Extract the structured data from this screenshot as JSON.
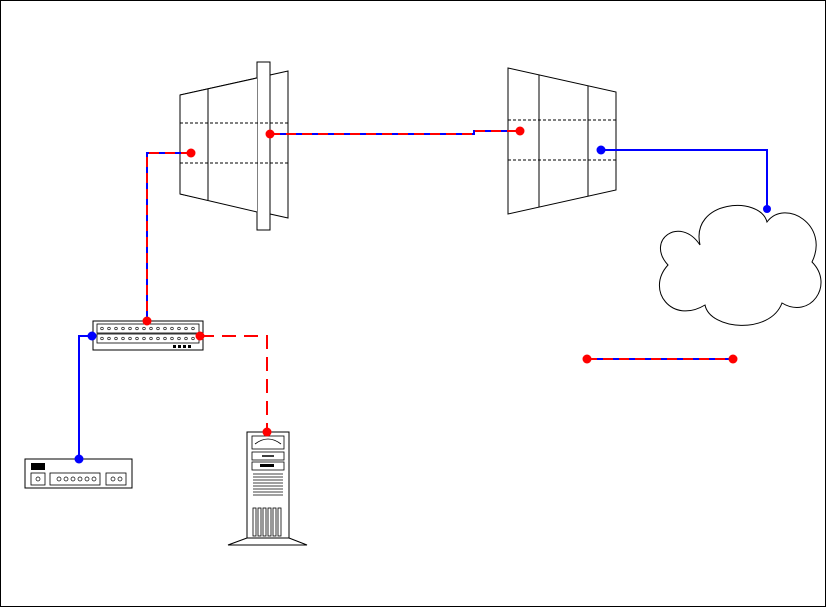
{
  "diagram": {
    "type": "network-topology",
    "devices": [
      {
        "id": "patch-panel-left",
        "kind": "patch-panel-firewall"
      },
      {
        "id": "patch-panel-right",
        "kind": "patch-panel"
      },
      {
        "id": "hub",
        "kind": "switch-hub"
      },
      {
        "id": "modem",
        "kind": "modem"
      },
      {
        "id": "tower-server",
        "kind": "server"
      },
      {
        "id": "internet-cloud",
        "kind": "cloud"
      }
    ],
    "connections": [
      {
        "from": "patch-panel-left",
        "to": "patch-panel-right",
        "style": "red-blue-dashed"
      },
      {
        "from": "patch-panel-left",
        "to": "hub",
        "style": "red-blue-dashed"
      },
      {
        "from": "hub",
        "to": "modem",
        "style": "blue-solid"
      },
      {
        "from": "hub",
        "to": "tower-server",
        "style": "red-dashed"
      },
      {
        "from": "patch-panel-right",
        "to": "internet-cloud",
        "style": "blue-solid"
      },
      {
        "from": "free-connector-a",
        "to": "free-connector-b",
        "style": "red-blue-dashed"
      }
    ],
    "colors": {
      "red": "#ff0000",
      "blue": "#0000ff",
      "outline": "#000000",
      "background": "#ffffff"
    }
  }
}
